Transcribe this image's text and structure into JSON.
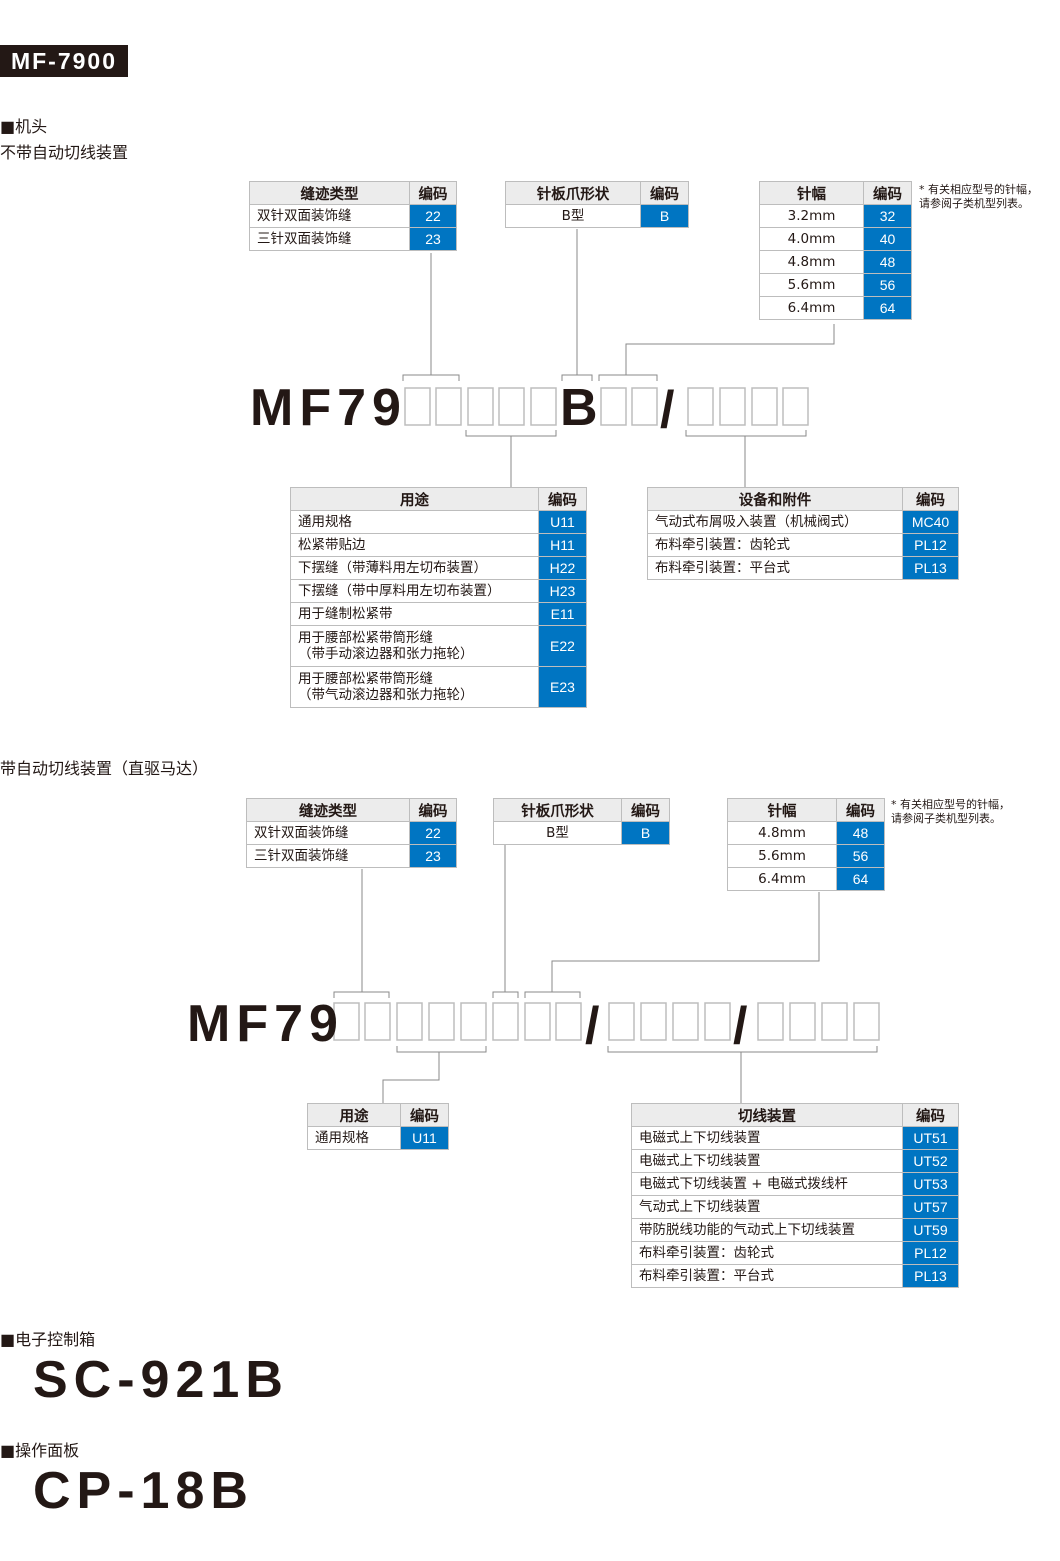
{
  "title": "MF-7900",
  "sections": {
    "head": "■机头",
    "no_cutter": "不带自动切线装置",
    "with_cutter": "带自动切线装置（直驱马达）",
    "control_box": "■电子控制箱",
    "control_box_model": "SC-921B",
    "panel": "■操作面板",
    "panel_model": "CP-18B"
  },
  "code1": {
    "prefix": "MF79",
    "fixed": "B",
    "slash": "/"
  },
  "code2": {
    "prefix": "MF79",
    "slash": "/"
  },
  "note": "* 有关相应型号的针幅，\n  请参阅子类机型列表。",
  "tables": [
    {
      "id": "t1",
      "headers": [
        "缝迹类型",
        "编码"
      ],
      "rows": [
        [
          "双针双面装饰缝",
          "22"
        ],
        [
          "三针双面装饰缝",
          "23"
        ]
      ]
    },
    {
      "id": "t2",
      "center": true,
      "headers": [
        "针板爪形状",
        "编码"
      ],
      "rows": [
        [
          "B型",
          "B"
        ]
      ]
    },
    {
      "id": "t3",
      "center": true,
      "headers": [
        "针幅",
        "编码"
      ],
      "rows": [
        [
          "3.2mm",
          "32"
        ],
        [
          "4.0mm",
          "40"
        ],
        [
          "4.8mm",
          "48"
        ],
        [
          "5.6mm",
          "56"
        ],
        [
          "6.4mm",
          "64"
        ]
      ]
    },
    {
      "id": "t4",
      "headers": [
        "用途",
        "编码"
      ],
      "rows": [
        [
          "通用规格",
          "U11"
        ],
        [
          "松紧带贴边",
          "H11"
        ],
        [
          "下摆缝（带薄料用左切布装置）",
          "H22"
        ],
        [
          "下摆缝（带中厚料用左切布装置）",
          "H23"
        ],
        [
          "用于缝制松紧带",
          "E11"
        ],
        [
          "用于腰部松紧带筒形缝\n（带手动滚边器和张力拖轮）",
          "E22"
        ],
        [
          "用于腰部松紧带筒形缝\n（带气动滚边器和张力拖轮）",
          "E23"
        ]
      ]
    },
    {
      "id": "t5",
      "headers": [
        "设备和附件",
        "编码"
      ],
      "rows": [
        [
          "气动式布屑吸入装置（机械阀式）",
          "MC40"
        ],
        [
          "布料牵引装置：齿轮式",
          "PL12"
        ],
        [
          "布料牵引装置：平台式",
          "PL13"
        ]
      ]
    },
    {
      "id": "t6",
      "headers": [
        "缝迹类型",
        "编码"
      ],
      "rows": [
        [
          "双针双面装饰缝",
          "22"
        ],
        [
          "三针双面装饰缝",
          "23"
        ]
      ]
    },
    {
      "id": "t7",
      "center": true,
      "headers": [
        "针板爪形状",
        "编码"
      ],
      "rows": [
        [
          "B型",
          "B"
        ]
      ]
    },
    {
      "id": "t8",
      "center": true,
      "headers": [
        "针幅",
        "编码"
      ],
      "rows": [
        [
          "4.8mm",
          "48"
        ],
        [
          "5.6mm",
          "56"
        ],
        [
          "6.4mm",
          "64"
        ]
      ]
    },
    {
      "id": "t9",
      "headers": [
        "用途",
        "编码"
      ],
      "rows": [
        [
          "通用规格",
          "U11"
        ]
      ]
    },
    {
      "id": "t10",
      "headers": [
        "切线装置",
        "编码"
      ],
      "rows": [
        [
          "电磁式上下切线装置",
          "UT51"
        ],
        [
          "电磁式上下切线装置",
          "UT52"
        ],
        [
          "电磁式下切线装置 + 电磁式拨线杆",
          "UT53"
        ],
        [
          "气动式上下切线装置",
          "UT57"
        ],
        [
          "带防脱线功能的气动式上下切线装置",
          "UT59"
        ],
        [
          "布料牵引装置：齿轮式",
          "PL12"
        ],
        [
          "布料牵引装置：平台式",
          "PL13"
        ]
      ]
    }
  ]
}
